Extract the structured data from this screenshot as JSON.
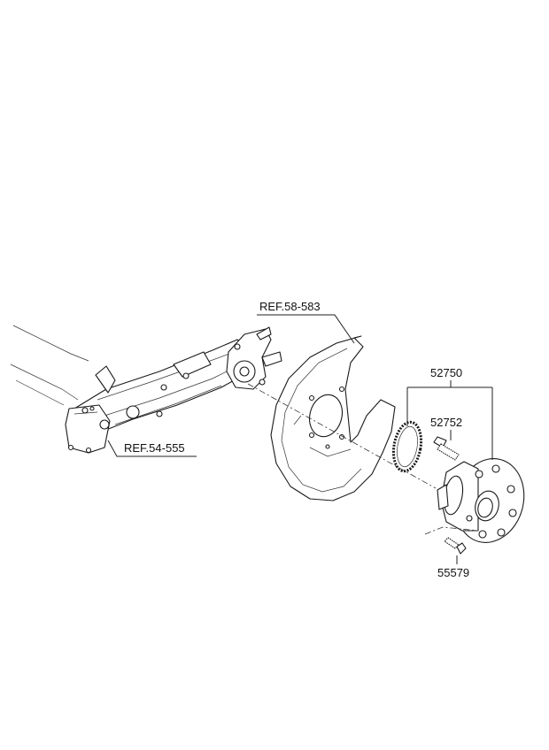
{
  "diagram": {
    "callouts": {
      "ref_shield": "REF.58-583",
      "ref_axle": "REF.54-555",
      "hub_assembly": "52750",
      "wheel_bolt": "52752",
      "hub_bolt": "55579"
    }
  },
  "colors": {
    "line": "#1a1a1a",
    "background": "#ffffff"
  }
}
